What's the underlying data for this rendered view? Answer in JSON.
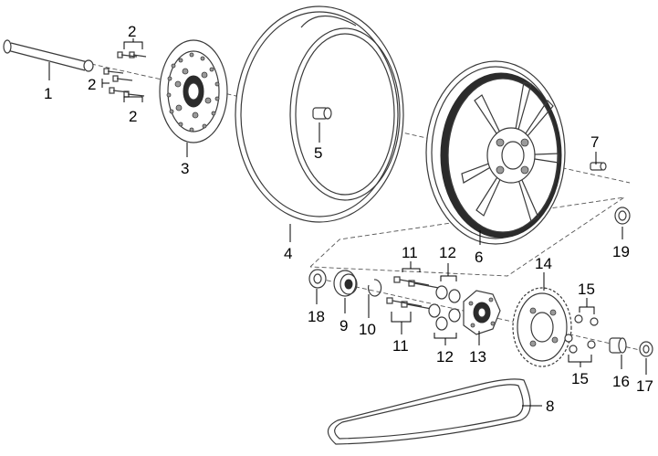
{
  "callouts": {
    "c1": "1",
    "c2a": "2",
    "c2b": "2",
    "c2c": "2",
    "c3": "3",
    "c4": "4",
    "c5": "5",
    "c6": "6",
    "c7": "7",
    "c8": "8",
    "c9": "9",
    "c10": "10",
    "c11a": "11",
    "c11b": "11",
    "c12a": "12",
    "c12b": "12",
    "c13": "13",
    "c14": "14",
    "c15a": "15",
    "c15b": "15",
    "c16": "16",
    "c17": "17",
    "c18": "18",
    "c19": "19"
  }
}
